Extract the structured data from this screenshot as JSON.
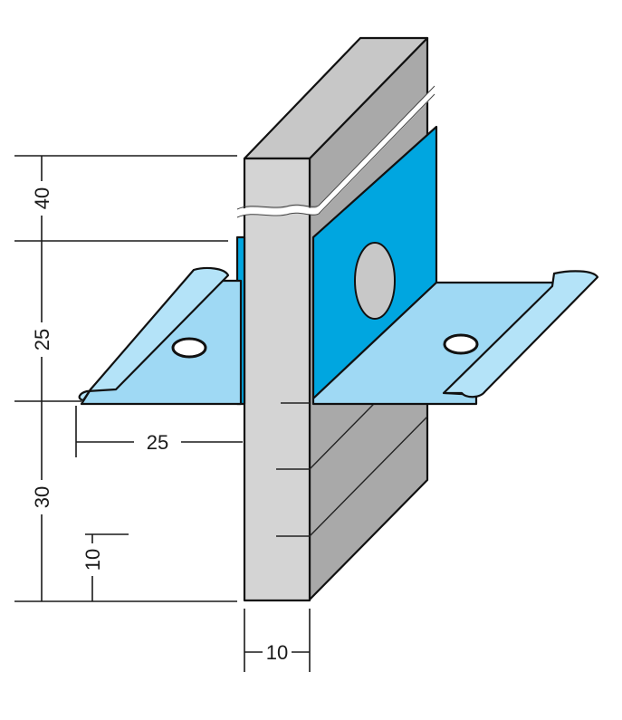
{
  "dimensions": {
    "top_height": "40",
    "middle_height": "25",
    "bottom_height": "30",
    "small_height": "10",
    "flange_width": "25",
    "profile_width": "10"
  },
  "colors": {
    "concrete": "#cfcfcf",
    "concrete_dark": "#a9a9a9",
    "concrete_shadow": "#bdbdbd",
    "profile_blue": "#00a6e0",
    "flange_light_blue": "#9fd9f4",
    "outline": "#111111"
  }
}
